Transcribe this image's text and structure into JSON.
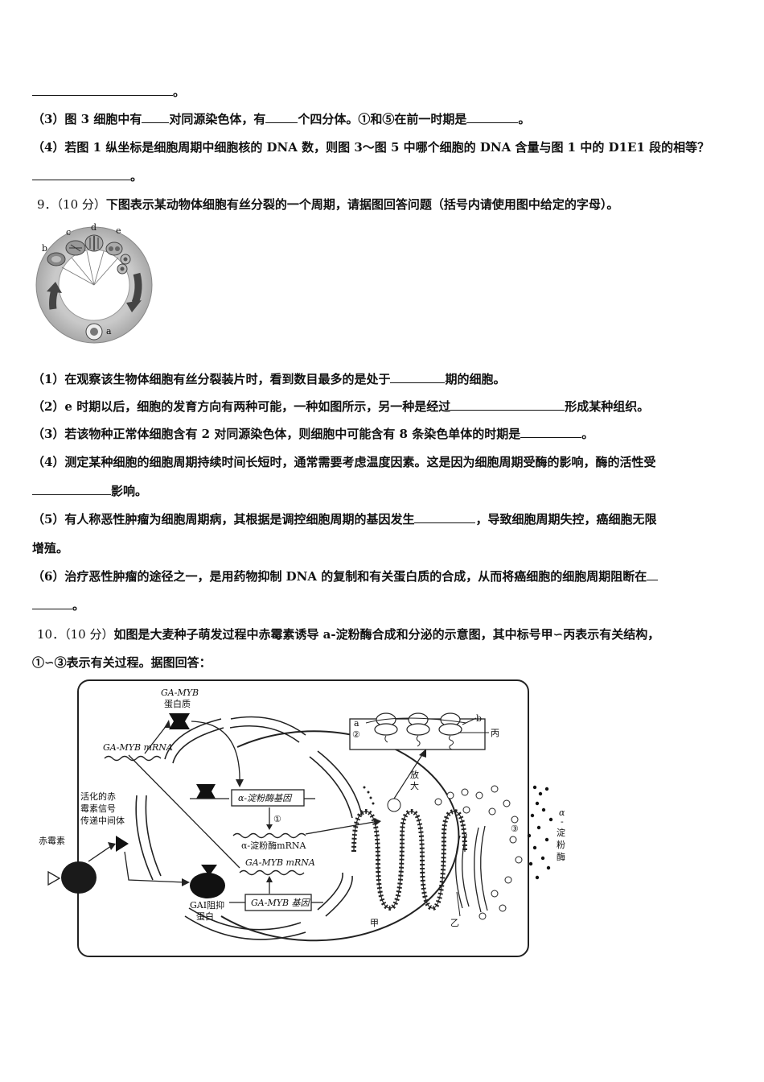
{
  "lines": {
    "l1": "。",
    "l2a": "（3）图 3 细胞中有",
    "l2b": "对同源染色体，有",
    "l2c": "个四分体。①和⑤在前一时期是",
    "l2d": "。",
    "l3": "（4）若图 1 纵坐标是细胞周期中细胞核的 DNA 数，则图 3～图 5 中哪个细胞的 DNA 含量与图 1 中的 D1E1 段的相等？",
    "l4": "。",
    "q9_num": "9．（10 分）",
    "q9": "下图表示某动物体细胞有丝分裂的一个周期，请据图回答问题（括号内请使用图中给定的字母）。",
    "q9_1a": "（1）在观察该生物体细胞有丝分裂装片时，看到数目最多的是处于",
    "q9_1b": "期的细胞。",
    "q9_2a": "（2）e 时期以后，细胞的发育方向有两种可能，一种如图所示，另一种是经过",
    "q9_2b": "形成某种组织。",
    "q9_3a": "（3）若该物种正常体细胞含有 2 对同源染色体，则细胞中可能含有 8 条染色单体的时期是",
    "q9_3b": "。",
    "q9_4": "（4）测定某种细胞的细胞周期持续时间长短时，通常需要考虑温度因素。这是因为细胞周期受酶的影响，酶的活性受",
    "q9_4b": "影响。",
    "q9_5a": "（5）有人称恶性肿瘤为细胞周期病，其根据是调控细胞周期的基因发生",
    "q9_5b": "，导致细胞周期失控，癌细胞无限",
    "q9_5c": "增殖。",
    "q9_6": "（6）治疗恶性肿瘤的途径之一，是用药物抑制 DNA 的复制和有关蛋白质的合成，从而将癌细胞的细胞周期阻断在",
    "q9_6b": "。",
    "q10_num": "10．（10 分）",
    "q10": "如图是大麦种子萌发过程中赤霉素诱导 a-淀粉酶合成和分泌的示意图，其中标号甲∽丙表示有关结构，",
    "q10b": "①∽③表示有关过程。据图回答："
  },
  "cycle_figure": {
    "labels": [
      "a",
      "b",
      "c",
      "d",
      "e"
    ]
  },
  "cell_figure": {
    "ga_myb_protein": [
      "GA-MYB",
      "蛋白质"
    ],
    "ga_myb_mrna_top": "GA-MYB mRNA",
    "amylase_gene": "α-淀粉酶基因",
    "circle1": "①",
    "amylase_mrna": "α-淀粉酶mRNA",
    "ga_myb_mrna_bottom": "GA-MYB mRNA",
    "ga_myb_gene": "GA-MYB 基因",
    "signal_mediator": [
      "活化的赤",
      "霉素信号",
      "传递中间体"
    ],
    "gibberellin": "赤霉素",
    "gai_protein": [
      "GAI阻抑",
      "蛋白"
    ],
    "enlarge": [
      "放",
      "大"
    ],
    "circle2": "②",
    "circle3": "③",
    "label_a": "a",
    "label_b": "b",
    "label_bing": "丙",
    "label_jia": "甲",
    "label_yi": "乙",
    "amylase_vertical": [
      "α",
      "-",
      "淀",
      "粉",
      "酶"
    ]
  }
}
